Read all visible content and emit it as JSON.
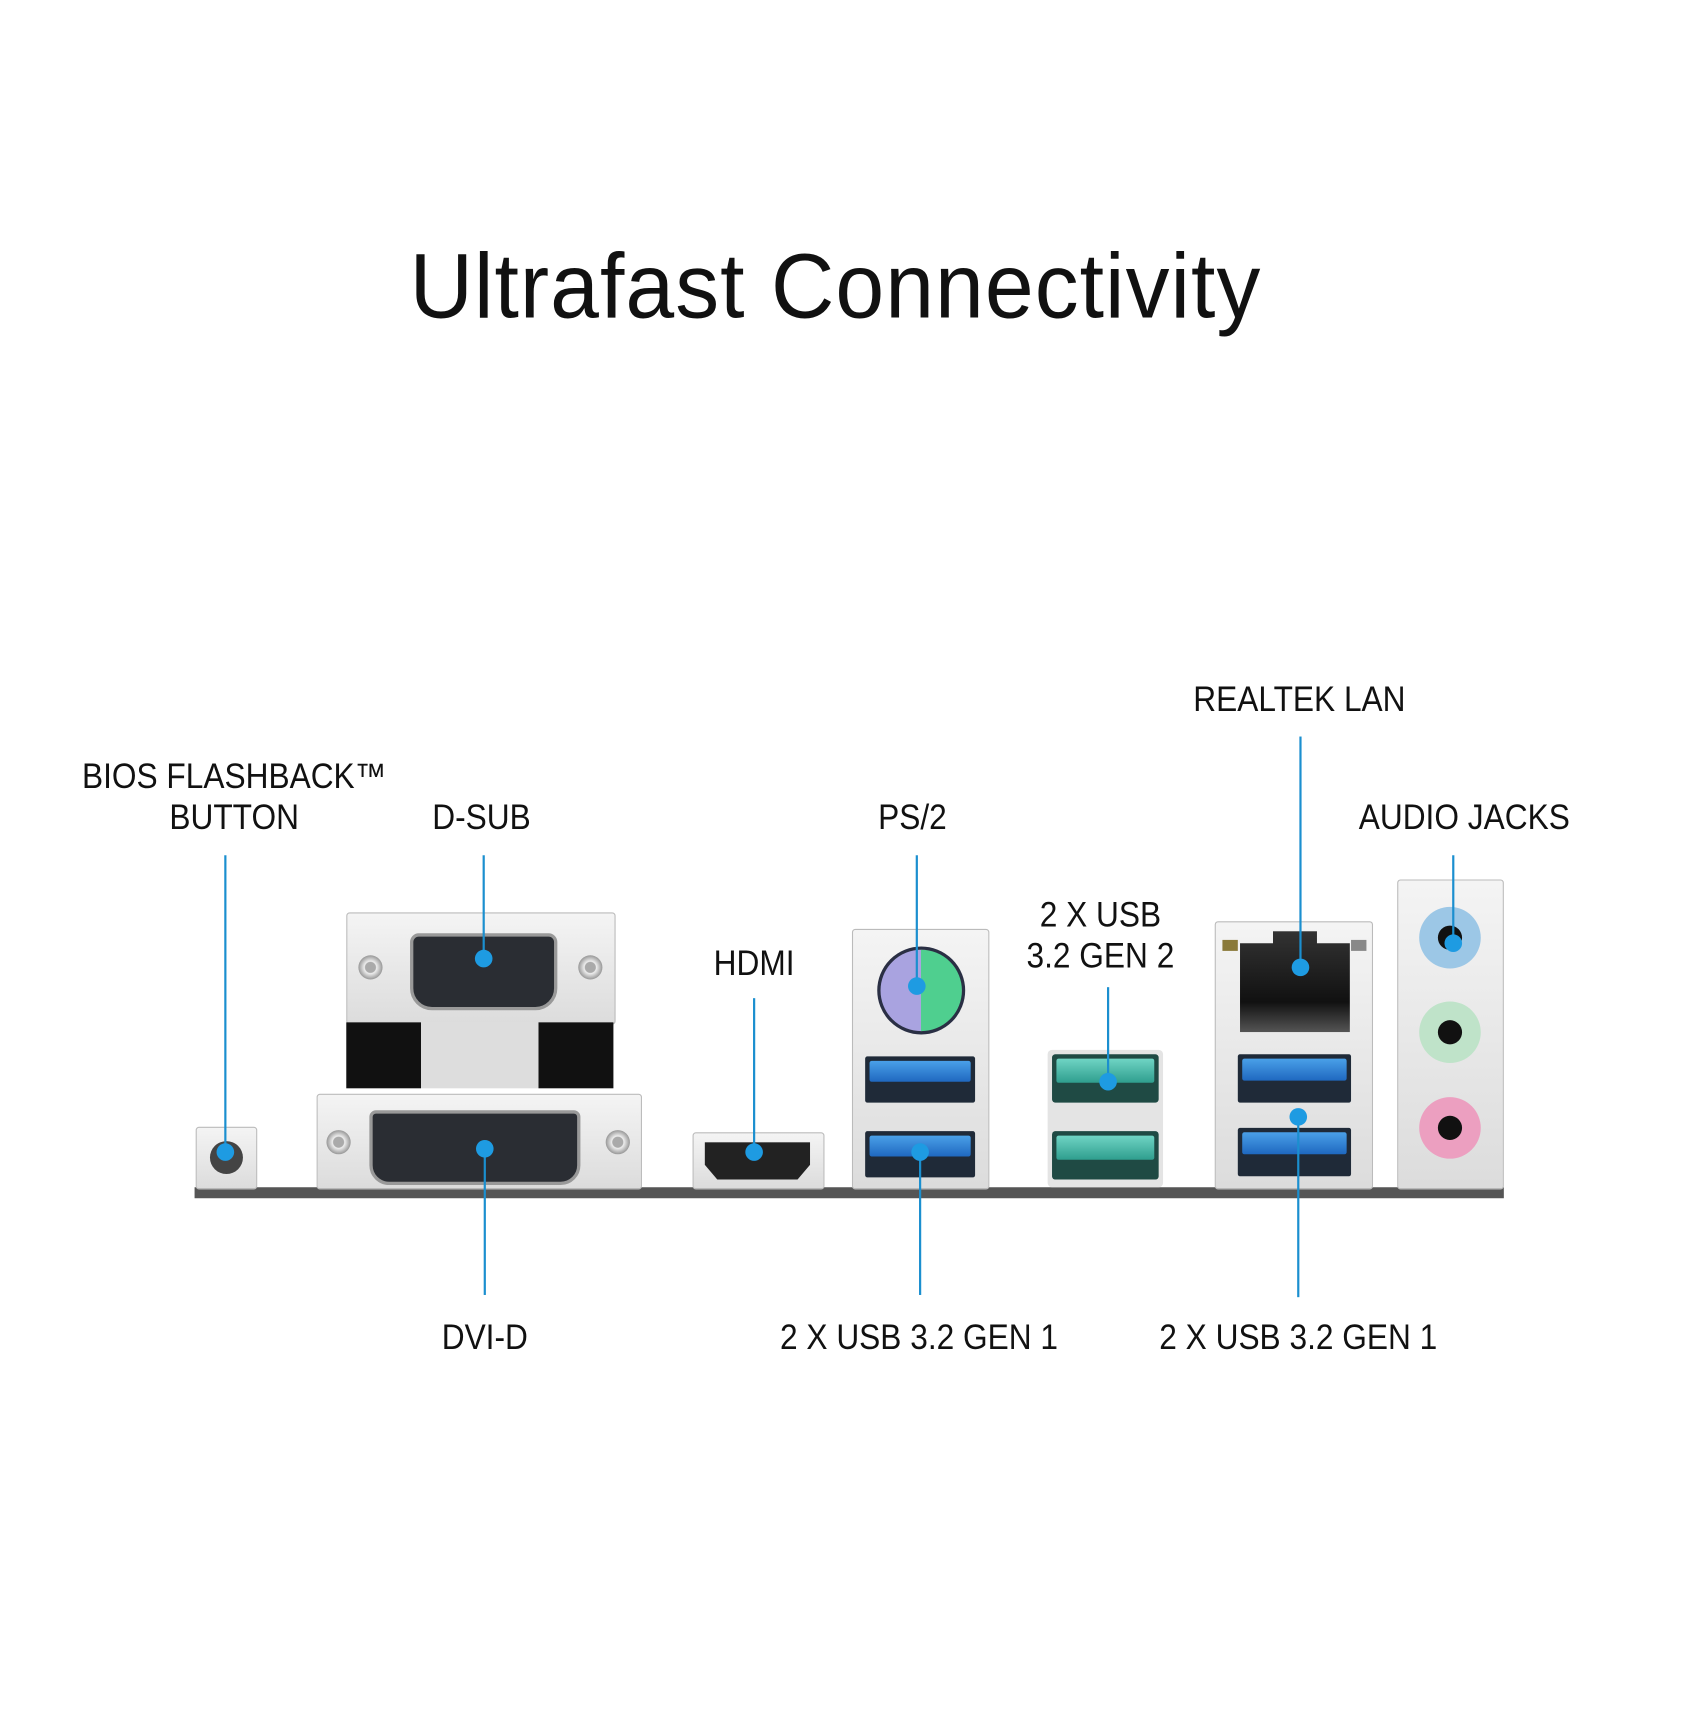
{
  "title": "Ultrafast Connectivity",
  "labels": {
    "bios_line1": "BIOS FLASHBACK™",
    "bios_line2": "BUTTON",
    "dsub": "D-SUB",
    "dvid": "DVI-D",
    "hdmi": "HDMI",
    "ps2": "PS/2",
    "usb_gen2_line1": "2 X USB",
    "usb_gen2_line2": "3.2 GEN 2",
    "usb_gen1_left": "2 X USB 3.2 GEN 1",
    "realtek_lan": "REALTEK LAN",
    "usb_gen1_right": "2 X USB 3.2 GEN 1",
    "audio_jacks": "AUDIO JACKS"
  },
  "colors": {
    "callout": "#1b8fcf",
    "audio_blue": "#9cc7e6",
    "audio_green": "#bfe3c9",
    "audio_pink": "#ec9fc0"
  }
}
